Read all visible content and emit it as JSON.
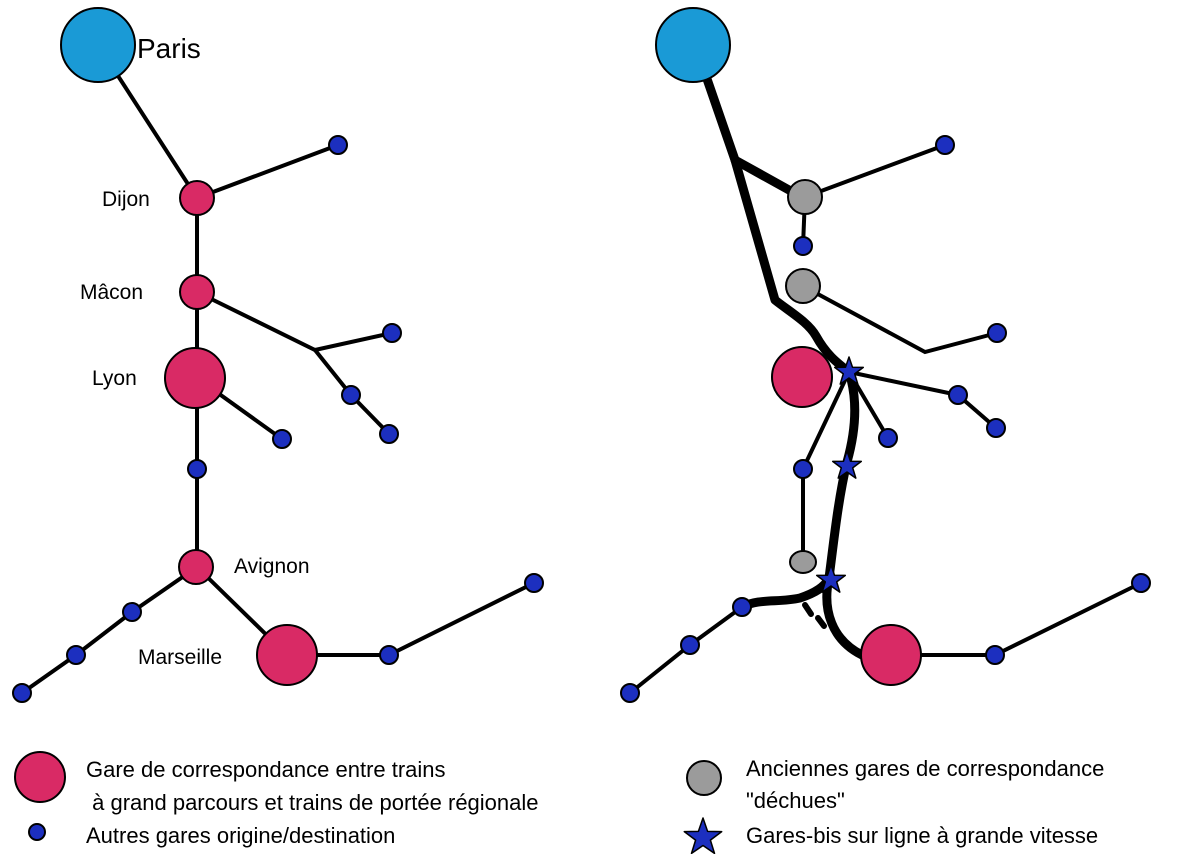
{
  "left_map": {
    "labels": {
      "paris": "Paris",
      "dijon": "Dijon",
      "macon": "Mâcon",
      "lyon": "Lyon",
      "avignon": "Avignon",
      "marseille": "Marseille"
    }
  },
  "legend": {
    "correspondence_line1": "Gare de correspondance entre trains",
    "correspondence_line2": " à grand parcours et trains de portée régionale",
    "other_stations": "Autres gares origine/destination",
    "former_line1": "Anciennes gares de correspondance",
    "former_line2": "\"déchues\"",
    "bis_stations": "Gares-bis sur ligne à grande vitesse"
  },
  "colors": {
    "paris": "#1a9ad6",
    "correspondence": "#d92a65",
    "station": "#1c2fbf",
    "former": "#9b9b9b",
    "line": "#000000"
  }
}
